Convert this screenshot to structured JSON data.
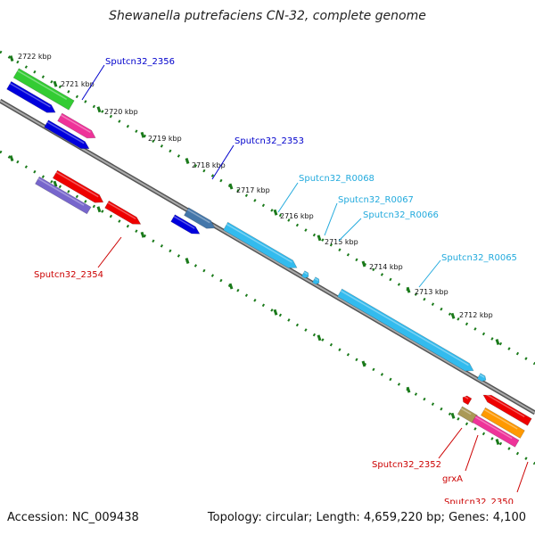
{
  "title": "Shewanella putrefaciens CN-32, complete genome",
  "footer": {
    "accession": "Accession: NC_009438",
    "topology": "Topology: circular; Length: 4,659,220 bp; Genes: 4,100"
  },
  "scale_labels": [
    "2722 kbp",
    "2721 kbp",
    "2720 kbp",
    "2719 kbp",
    "2718 kbp",
    "2717 kbp",
    "2716 kbp",
    "2715 kbp",
    "2714 kbp",
    "2713 kbp",
    "2712 kbp"
  ],
  "gene_labels": [
    "Sputcn32_2356",
    "Sputcn32_2353",
    "Sputcn32_R0068",
    "Sputcn32_R0067",
    "Sputcn32_R0066",
    "Sputcn32_R0065",
    "Sputcn32_2354",
    "Sputcn32_2352",
    "grxA",
    "Sputcn32_2350"
  ],
  "colors": {
    "backbone": "#7a7a7a",
    "tick": "#1a7a1a",
    "cds_forward": "#0000dd",
    "cds_reverse": "#ee0000",
    "rna": "#33bbee",
    "blue_label": "#0000cc",
    "red_label": "#cc0000",
    "cyan_label": "#22aadd",
    "green_track": "#33cc33",
    "pink_track": "#ee3399",
    "orange_track": "#ff9900",
    "purple_track": "#7766cc",
    "steel_track": "#4477aa",
    "khaki_track": "#aa9955"
  }
}
